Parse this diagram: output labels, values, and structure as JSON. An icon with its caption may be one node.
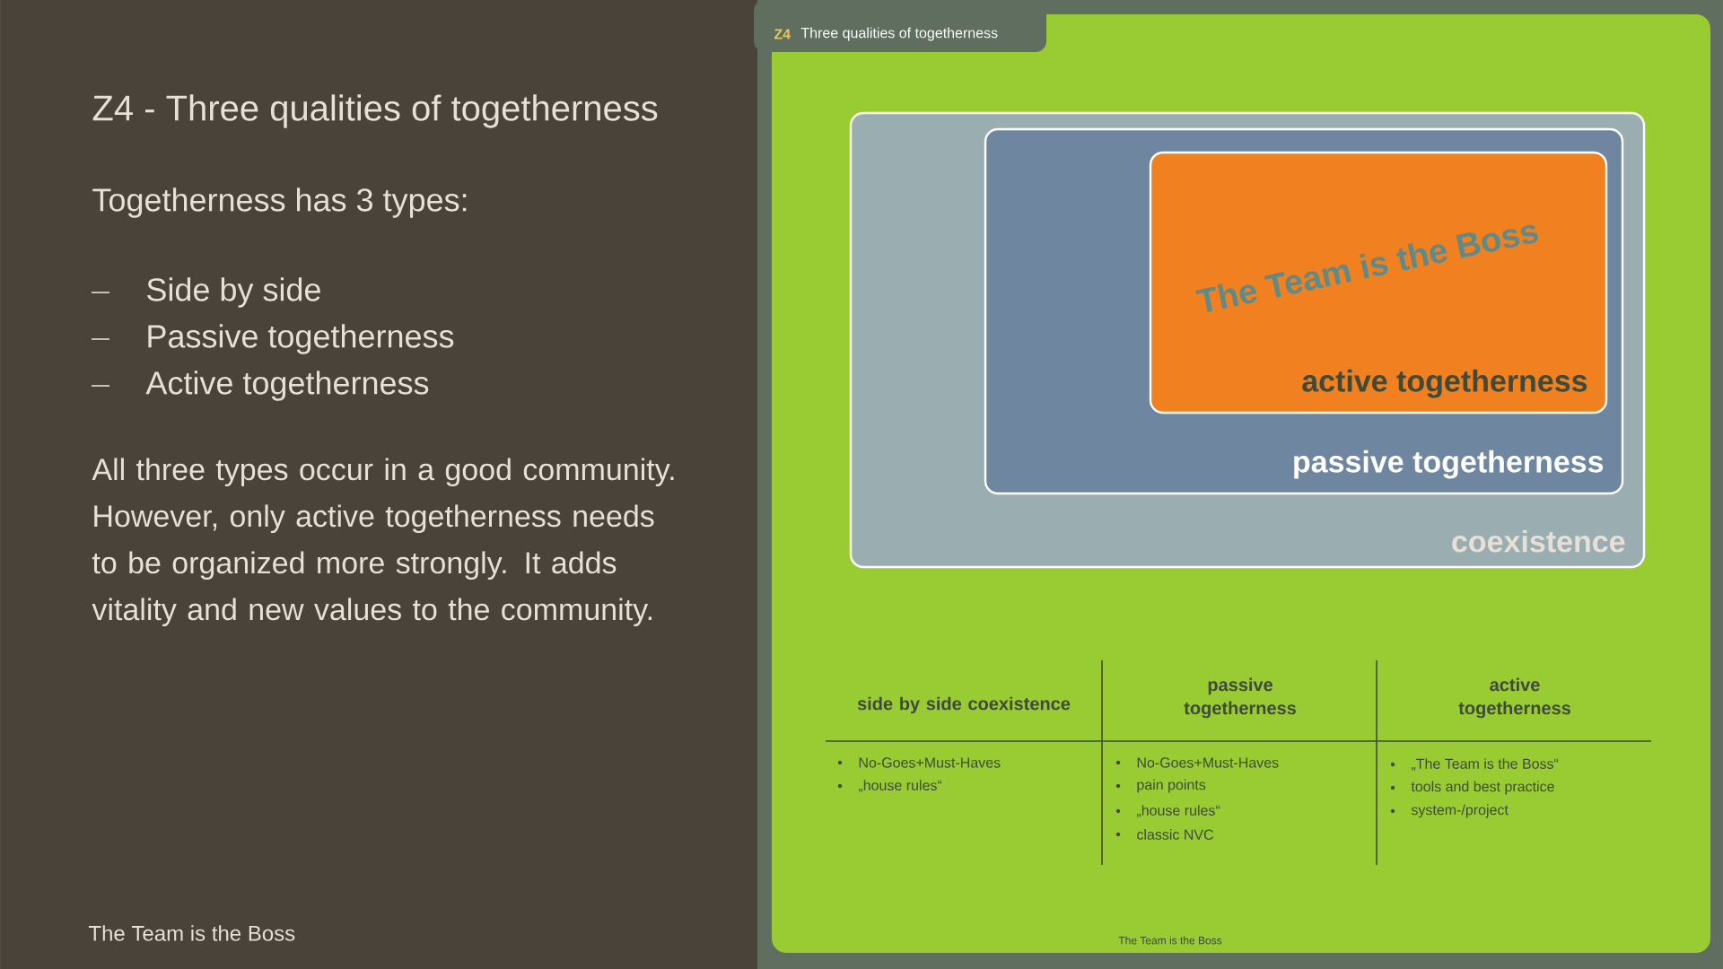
{
  "diagram": {
    "title": "Z4 -  Three qualities of togetherness",
    "nodes": [
      {
        "text": [
          "coexistence"
        ]
      },
      {
        "text": [
          "passive togetherness"
        ],
        "in": 0
      },
      {
        "text": [
          "The Team is the Boss",
          "active togetherness"
        ],
        "in": 1
      }
    ],
    "labels": [
      "Togetherness has 3 types:",
      "Side by side",
      "Passive togetherness",
      "Active togetherness",
      "All three types occur in a good community.  However, only active togetherness needs to be organized more strongly. It adds vitality and new values to the community.",
      "The Team is the Boss",
      "Z4",
      "Three qualities of togetherness",
      "side by side coexistence",
      "passive togetherness",
      "active togetherness",
      "No-Goes+Must-Haves",
      "No-Goes+Must-Haves",
      "„The Team is the Boss“",
      "„house rules“",
      "pain points",
      "tools and best practice",
      "„house rules“",
      "system-/project",
      "classic NVC",
      "The Team is the Boss"
    ]
  }
}
